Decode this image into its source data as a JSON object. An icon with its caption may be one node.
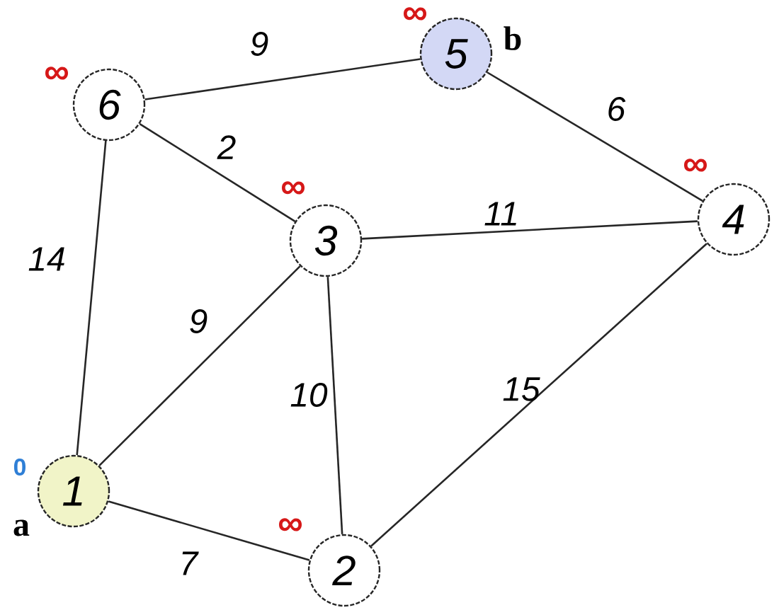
{
  "diagram": {
    "nodes": [
      {
        "text": [
          "1"
        ],
        "beside": [
          "0",
          "a"
        ]
      },
      {
        "text": [
          "2"
        ],
        "beside": [
          "∞"
        ]
      },
      {
        "text": [
          "3"
        ],
        "beside": [
          "∞"
        ]
      },
      {
        "text": [
          "4"
        ],
        "beside": [
          "∞"
        ]
      },
      {
        "text": [
          "5"
        ],
        "beside": [
          "∞",
          "b"
        ]
      },
      {
        "text": [
          "6"
        ],
        "beside": [
          "∞"
        ]
      }
    ],
    "edges": [
      {
        "from": 5,
        "to": 4,
        "arrow": "none",
        "label": "9"
      },
      {
        "from": 5,
        "to": 2,
        "arrow": "none",
        "label": "2"
      },
      {
        "from": 4,
        "to": 3,
        "arrow": "none",
        "label": "6"
      },
      {
        "from": 2,
        "to": 3,
        "arrow": "none",
        "label": "11"
      },
      {
        "from": 5,
        "to": 0,
        "arrow": "none",
        "label": "14"
      },
      {
        "from": 0,
        "to": 2,
        "arrow": "none",
        "label": "9"
      },
      {
        "from": 2,
        "to": 1,
        "arrow": "none",
        "label": "10"
      },
      {
        "from": 1,
        "to": 3,
        "arrow": "none",
        "label": "15"
      },
      {
        "from": 0,
        "to": 1,
        "arrow": "none",
        "label": "7"
      }
    ]
  }
}
